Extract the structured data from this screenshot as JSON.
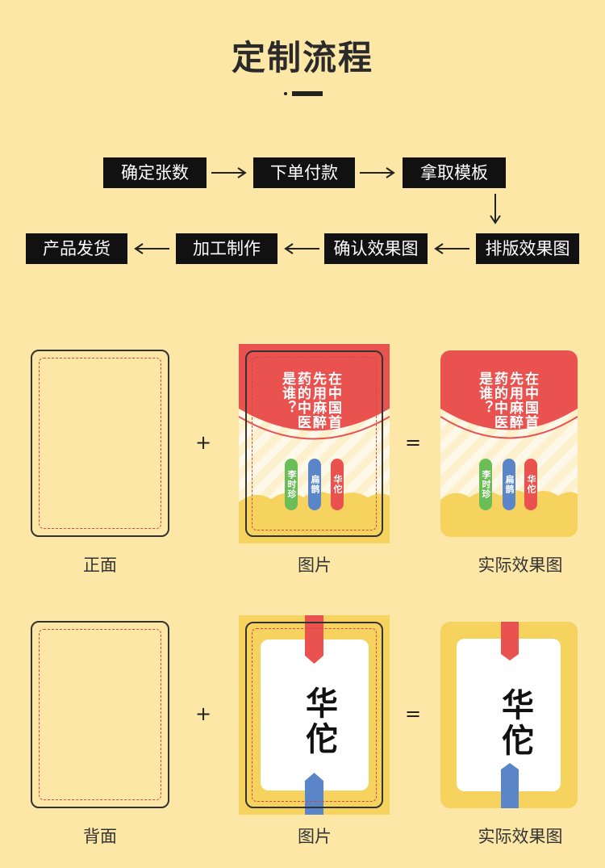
{
  "title": "定制流程",
  "steps": [
    "确定张数",
    "下单付款",
    "拿取模板",
    "排版效果图",
    "确认效果图",
    "加工制作",
    "产品发货"
  ],
  "card_front": {
    "headline": "在中国首先用麻醉药的中医是谁？",
    "options": [
      "华佗",
      "扁鹊",
      "李时珍"
    ],
    "colors": {
      "red": "#ea524f",
      "blue": "#5a86c9",
      "green": "#6bbd58",
      "yellow": "#f5d35e"
    }
  },
  "card_back": {
    "name": "华佗"
  },
  "row1": {
    "left_caption": "正面",
    "mid_caption": "图片",
    "right_caption": "实际效果图",
    "plus": "+",
    "equals": "="
  },
  "row2": {
    "left_caption": "背面",
    "mid_caption": "图片",
    "right_caption": "实际效果图",
    "plus": "+",
    "equals": "="
  }
}
